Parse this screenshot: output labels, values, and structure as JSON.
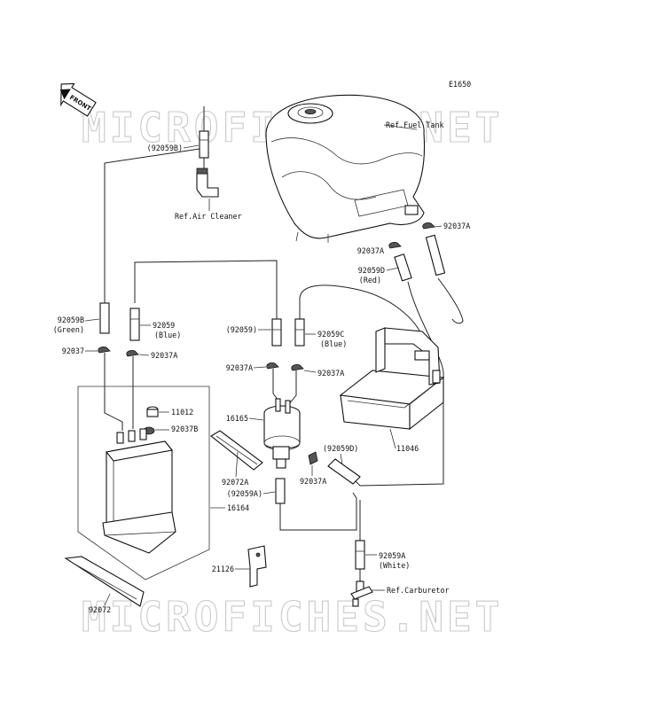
{
  "diagram_code": "E1650",
  "front_label": "FRONT",
  "watermark": "MICROFICHES.NET",
  "refs": {
    "fuel_tank": "Ref.Fuel Tank",
    "air_cleaner": "Ref.Air Cleaner",
    "carburetor": "Ref.Carburetor"
  },
  "parts": {
    "p92059b_top": "(92059B)",
    "p92037a_tank_right": "92037A",
    "p92037a_tank": "92037A",
    "p92059d_red_num": "92059D",
    "p92059d_red_color": "(Red)",
    "p92059b_green_num": "92059B",
    "p92059b_green_color": "(Green)",
    "p92059_blue_num": "92059",
    "p92059_blue_color": "(Blue)",
    "p92059_mid": "(92059)",
    "p92059c_num": "92059C",
    "p92059c_color": "(Blue)",
    "p92037": "92037",
    "p92037a_left": "92037A",
    "p92037a_mid_left": "92037A",
    "p92037a_mid_right": "92037A",
    "p11012": "11012",
    "p92037b": "92037B",
    "p16165": "16165",
    "p92059d_paren": "(92059D)",
    "p11046": "11046",
    "p92072a": "92072A",
    "p92059a_paren": "(92059A)",
    "p92037a_low": "92037A",
    "p16164": "16164",
    "p92059a_white_num": "92059A",
    "p92059a_white_color": "(White)",
    "p21126": "21126",
    "p92072": "92072"
  }
}
